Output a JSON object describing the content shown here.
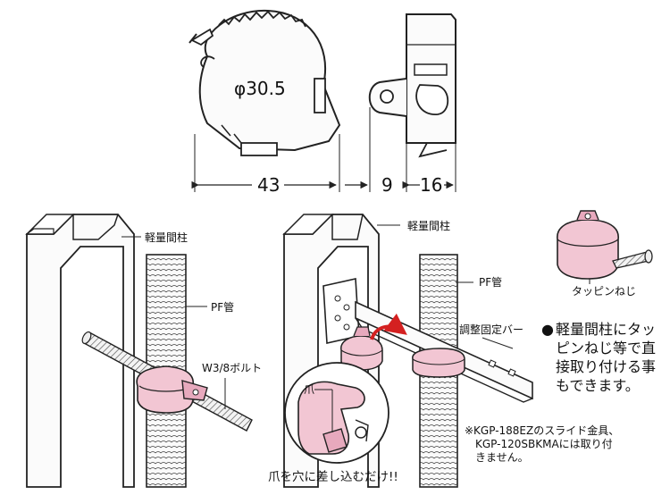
{
  "dimensions": {
    "diameter": "φ30.5",
    "width_a": "43",
    "width_b": "9",
    "width_c": "16"
  },
  "left_scene": {
    "stud_label": "軽量間柱",
    "pipe_label": "PF管",
    "bolt_label": "W3/8ボルト"
  },
  "right_scene": {
    "stud_label": "軽量間柱",
    "pipe_label": "PF管",
    "bar_label": "調整固定バー",
    "claw_label": "爪",
    "insert_caption": "爪を穴に差し込むだけ!!",
    "screw_label": "タッピンねじ"
  },
  "feature_note": {
    "bullet": "●",
    "lines": [
      "軽量間柱にタッ",
      "ピンねじ等で直",
      "接取り付ける事",
      "もできます。"
    ]
  },
  "caution_note": {
    "lines": [
      "※KGP-188EZのスライド金具、",
      "KGP-120SBKMAには取り付",
      "きません。"
    ]
  },
  "colors": {
    "clamp_pink": "#f2c6d3",
    "clamp_pink_dark": "#e7a9bd",
    "line": "#222222",
    "metal_fill": "#f4f4f4",
    "arrow_red": "#d42020"
  }
}
